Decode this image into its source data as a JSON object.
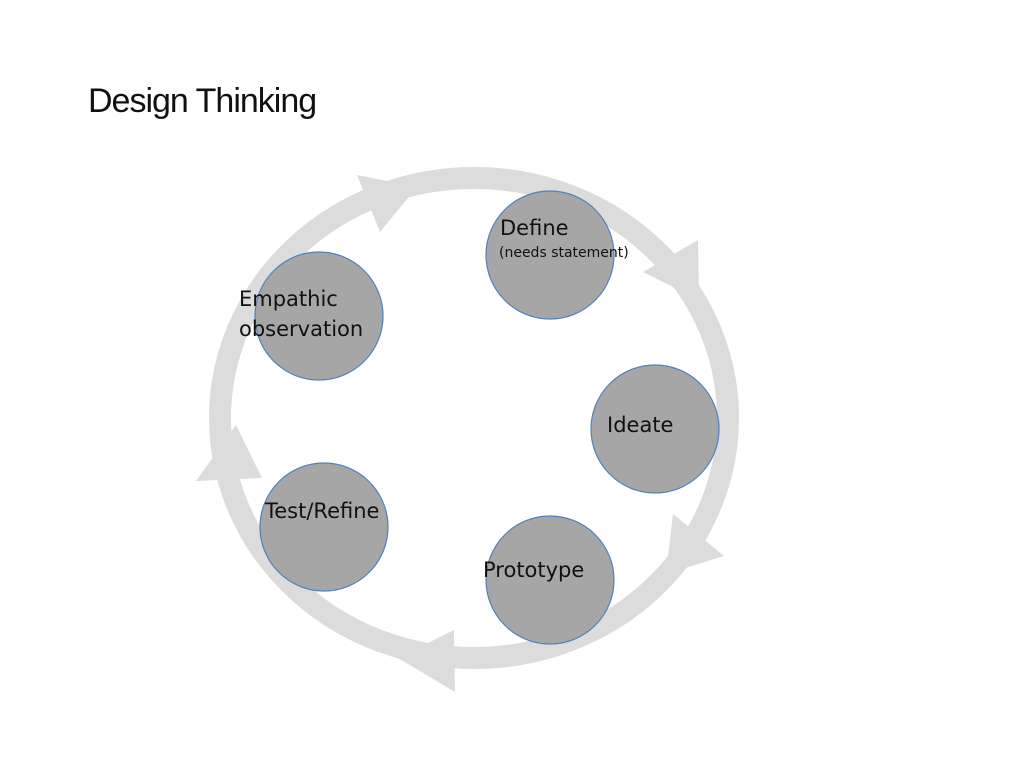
{
  "slide": {
    "title": "Design Thinking"
  },
  "diagram": {
    "ring_color": "#dcdcdc",
    "node_fill": "#a6a6a6",
    "node_stroke": "#4f81bd",
    "nodes": [
      {
        "id": "empathic",
        "lines": [
          "Empathic",
          "observation"
        ]
      },
      {
        "id": "define",
        "lines": [
          "Define"
        ],
        "sub": "(needs statement)"
      },
      {
        "id": "ideate",
        "lines": [
          "Ideate"
        ]
      },
      {
        "id": "prototype",
        "lines": [
          "Prototype"
        ]
      },
      {
        "id": "test",
        "lines": [
          "Test/Refine"
        ]
      }
    ]
  }
}
